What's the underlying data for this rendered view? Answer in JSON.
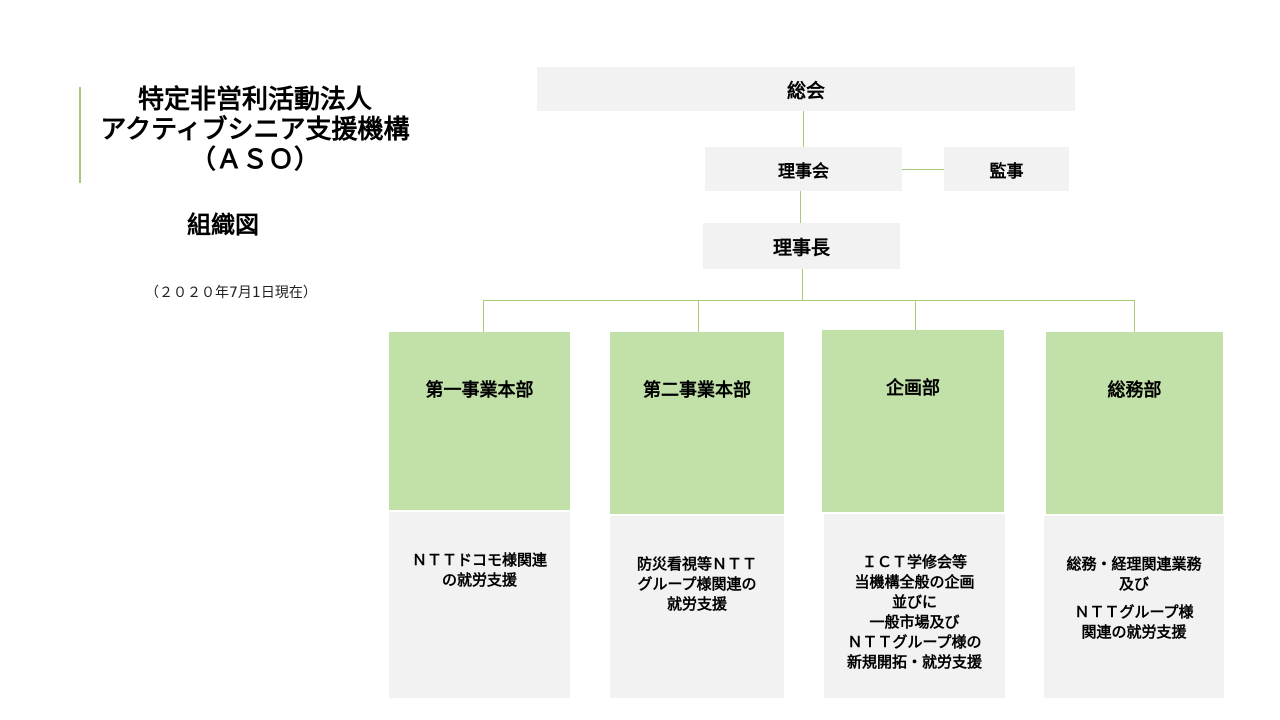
{
  "heading": {
    "line1": "特定非営利活動法人",
    "line2": "アクティブシニア支援機構",
    "line3": "（ＡＳＯ）",
    "chart_title": "組織図",
    "as_of": "（２０２０年7月1日現在）"
  },
  "org": {
    "top": "総会",
    "board": "理事会",
    "auditor": "監事",
    "chair": "理事長",
    "departments": [
      {
        "name": "第一事業本部",
        "desc": [
          "ＮＴＴドコモ様関連",
          "の就労支援"
        ]
      },
      {
        "name": "第二事業本部",
        "desc": [
          "防災看視等ＮＴＴ",
          "グループ様関連の",
          "就労支援"
        ]
      },
      {
        "name": "企画部",
        "desc": [
          "ＩＣＴ学修会等",
          "当機構全般の企画",
          "並びに",
          "一般市場及び",
          "ＮＴＴグループ様の",
          "新規開拓・就労支援"
        ]
      },
      {
        "name": "総務部",
        "desc": [
          "総務・経理関連業務",
          "及び",
          "ＮＴＴグループ様",
          "関連の就労支援"
        ]
      }
    ]
  },
  "colors": {
    "connector": "#a9c97a",
    "dept_fill": "#c2e1a9",
    "box_fill": "#f2f2f2"
  }
}
